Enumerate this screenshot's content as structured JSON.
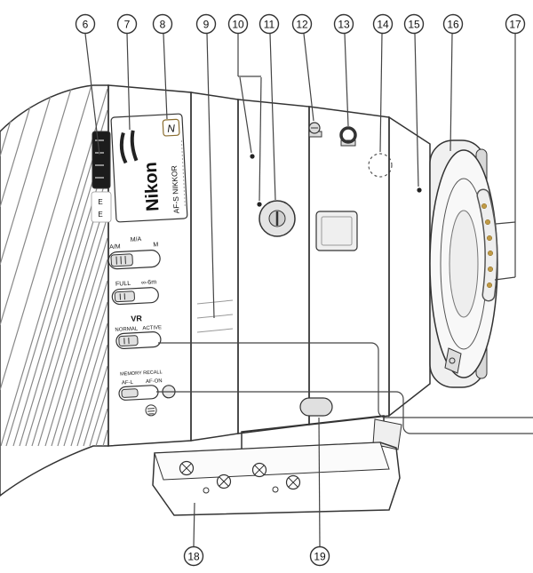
{
  "figure": {
    "kind": "camera-lens-parts-diagram"
  },
  "callouts": {
    "numbers": [
      "6",
      "7",
      "8",
      "9",
      "10",
      "11",
      "12",
      "13",
      "14",
      "15",
      "16",
      "17",
      "18",
      "19"
    ]
  },
  "lens": {
    "nameplate": {
      "brand": "Nikon",
      "series": "AF-S NIKKOR",
      "nano_crystal_badge": "N",
      "scale_mark_top": "E",
      "scale_mark_bottom": "E"
    },
    "switches": {
      "focus_mode": {
        "option_am": "A/M",
        "option_ma": "M/A",
        "option_m": "M"
      },
      "focus_limit": {
        "option_full": "FULL",
        "option_range": "∞-6m"
      },
      "vibration_reduction": {
        "label": "VR",
        "option_normal": "NORMAL",
        "option_active": "ACTIVE"
      },
      "focus_memory": {
        "label": "MEMORY RECALL",
        "option_afl": "AF-L",
        "option_afon": "AF-ON"
      }
    }
  }
}
